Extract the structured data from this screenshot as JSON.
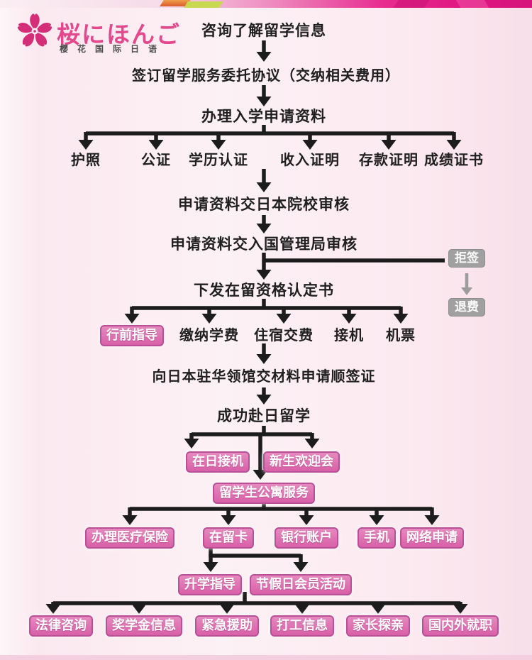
{
  "logo": {
    "name": "桜にほんご",
    "subtitle": "樱花国际日语"
  },
  "flow": {
    "steps": {
      "s1": "咨询了解留学信息",
      "s2": "签订留学服务委托协议（交纳相关费用）",
      "s3": "办理入学申请资料",
      "s4": "申请资料交日本院校审核",
      "s5": "申请资料交入国管理局审核",
      "s6": "下发在留资格认定书",
      "s7": "向日本驻华领馆交材料申请顺签证",
      "s8": "成功赴日留学"
    },
    "docs_row": [
      "护照",
      "公证",
      "学历认证",
      "收入证明",
      "存款证明",
      "成绩证书"
    ],
    "reject_branch": {
      "reject": "拒签",
      "refund": "退费"
    },
    "prep_row": [
      "行前指导",
      "缴纳学费",
      "住宿交费",
      "接机",
      "机票"
    ],
    "arrival_row": [
      "在日接机",
      "新生欢迎会"
    ],
    "apartment": "留学生公寓服务",
    "services_row": [
      "办理医疗保险",
      "在留卡",
      "银行账户",
      "手机",
      "网络申请"
    ],
    "guidance_row": [
      "升学指导",
      "节假日会员活动"
    ],
    "bottom_row": [
      "法律咨询",
      "奖学金信息",
      "紧急援助",
      "打工信息",
      "家长探亲",
      "国内外就职"
    ]
  },
  "colors": {
    "background": "#fcf0f4",
    "arrow": "#1c1c1c",
    "highlight_box": "#d966a9",
    "highlight_box_border": "#b94f96",
    "gray_box": "#a0a0a0",
    "logo_pink": "#e3488c",
    "banner_magenta": "#e01583"
  }
}
